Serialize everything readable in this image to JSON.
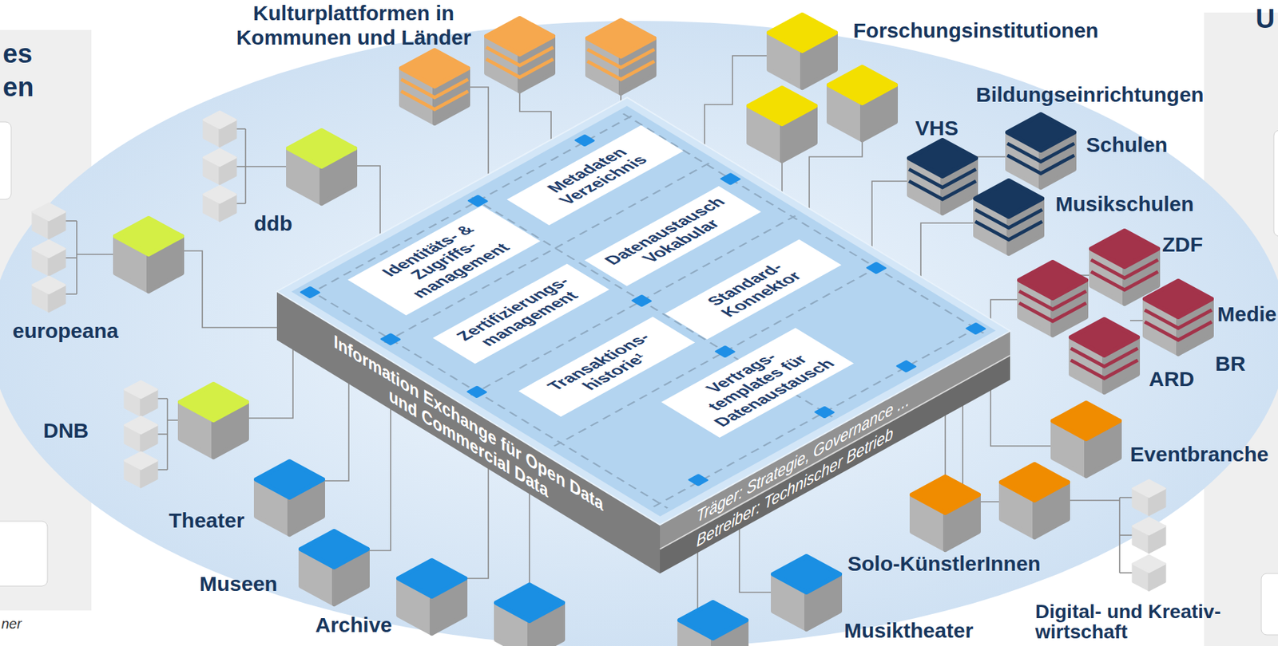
{
  "diagram": {
    "nodes": [
      {
        "text": [
          "Information Exchange für Open Data und Commercial Data",
          "Träger: Strategie, Governance ...",
          "Betreiber: Technischer Betrieb"
        ]
      },
      {
        "text": [
          "Metadaten Verzeichnis"
        ],
        "in": 0
      },
      {
        "text": [
          "Identitäts- & Zugriffs- management"
        ],
        "in": 0
      },
      {
        "text": [
          "Datenaustausch Vokabular"
        ],
        "in": 0
      },
      {
        "text": [
          "Zertifizierungs- management"
        ],
        "in": 0
      },
      {
        "text": [
          "Standard- Konnektor"
        ],
        "in": 0
      },
      {
        "text": [
          "Transaktions- historie¹"
        ],
        "in": 0
      },
      {
        "text": [
          "Vertrags- templates für Datenaustausch"
        ],
        "in": 0
      }
    ],
    "labels": [
      "es",
      "en",
      "ner",
      "U",
      "Kulturplattformen in Kommunen und Länder",
      "Forschungsinstitutionen",
      "Bildungseinrichtungen",
      "VHS",
      "Schulen",
      "Musikschulen",
      "ZDF",
      "Medie",
      "BR",
      "ARD",
      "Eventbranche",
      "Digital- und Kreativ- wirtschaft",
      "Solo-KünstlerInnen",
      "Musiktheater",
      "Archive",
      "Museen",
      "Theater",
      "DNB",
      "europeana",
      "ddb"
    ]
  }
}
